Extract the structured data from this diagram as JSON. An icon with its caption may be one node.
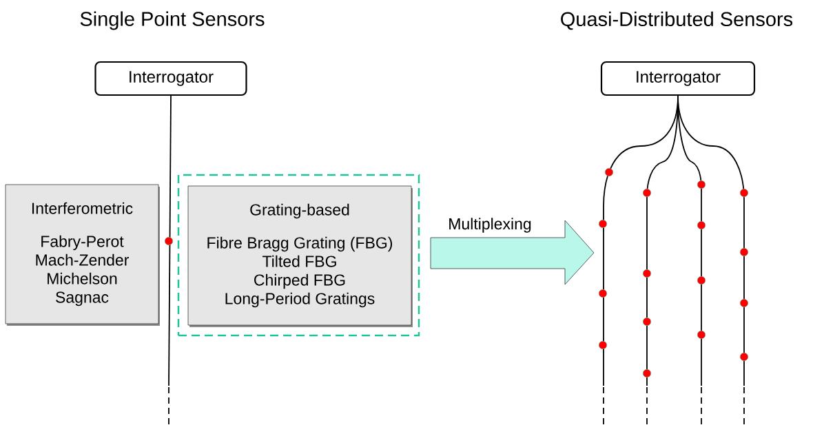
{
  "diagram": {
    "nodes": [
      {
        "text": [
          "Interrogator"
        ]
      },
      {
        "text": [
          "Interferometric",
          "Fabry-Perot",
          "Mach-Zender",
          "Michelson",
          "Sagnac"
        ]
      },
      {
        "text": [],
        "shape": "box"
      },
      {
        "text": [
          "Grating-based",
          "Fibre Bragg Grating (FBG)",
          "Tilted FBG",
          "Chirped FBG",
          "Long-Period Gratings"
        ],
        "in": 2
      },
      {
        "text": [
          "Interrogator"
        ]
      }
    ],
    "edges": [
      {
        "from": 0,
        "to": null,
        "arrow": "none"
      },
      {
        "from": 4,
        "to": null,
        "arrow": "none"
      },
      {
        "from": 4,
        "to": null,
        "arrow": "none"
      },
      {
        "from": 4,
        "to": null,
        "arrow": "none"
      },
      {
        "from": 4,
        "to": null,
        "arrow": "none"
      }
    ],
    "labels": [
      "Single Point Sensors",
      "Quasi-Distributed Sensors",
      "Multiplexing"
    ]
  }
}
